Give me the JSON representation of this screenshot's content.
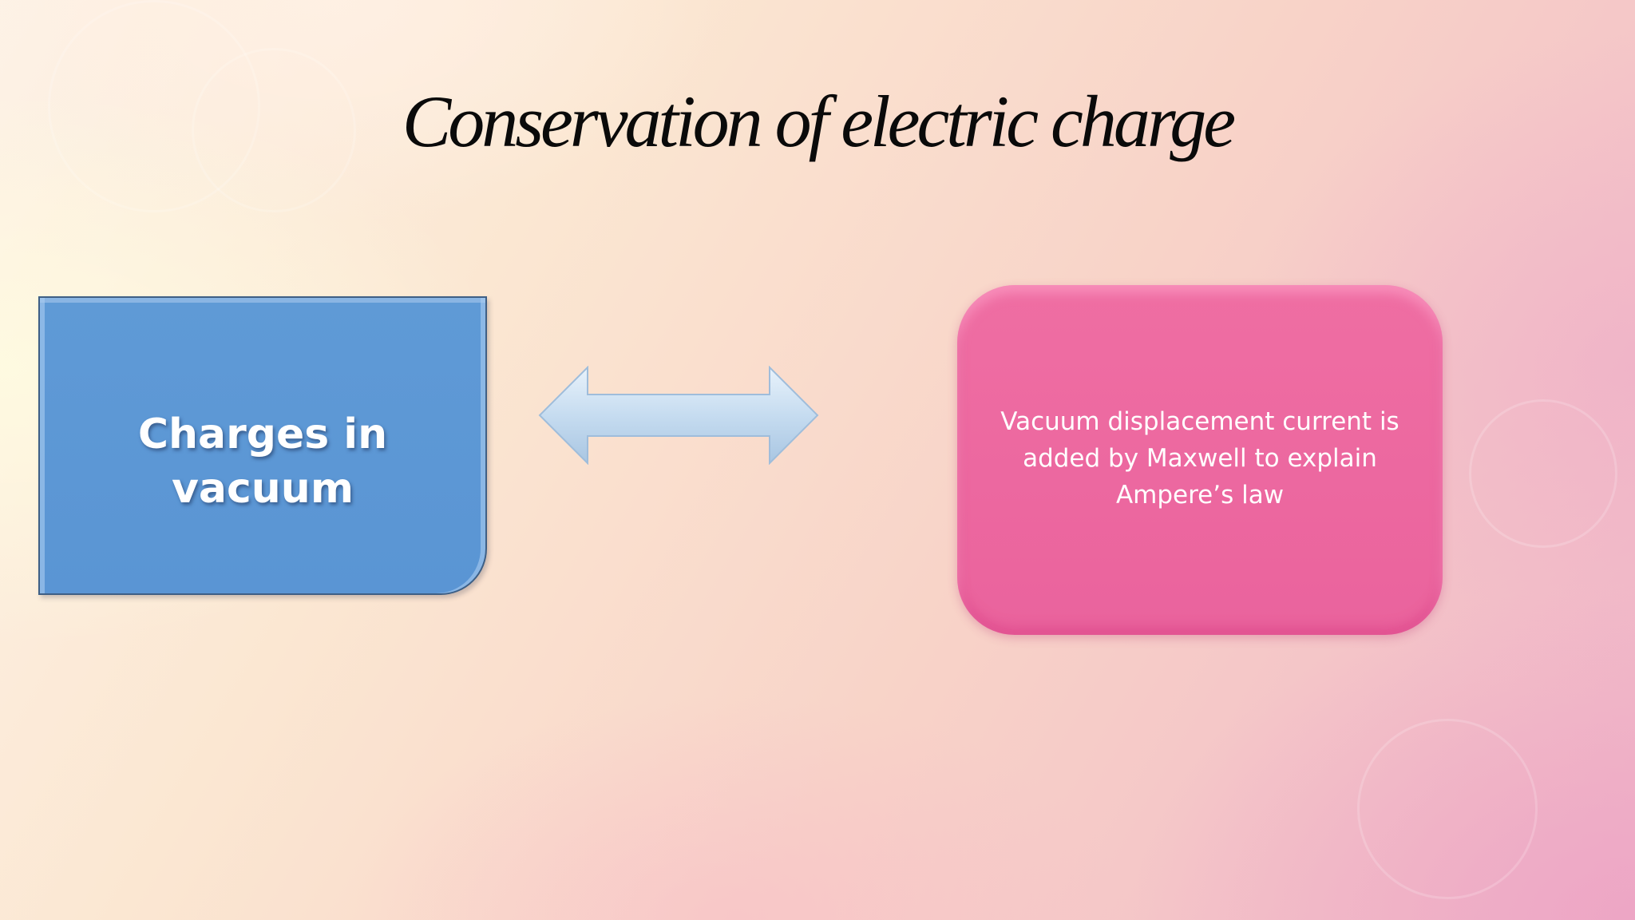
{
  "slide": {
    "title": "Conservation of electric charge"
  },
  "diagram": {
    "left_box": {
      "label": "Charges in vacuum",
      "color": "#5b9bd5"
    },
    "connector": {
      "type": "double-headed-arrow",
      "color": "#c9def0"
    },
    "right_box": {
      "label": "Vacuum displacement current is added by Maxwell to explain Ampere’s law",
      "color": "#ee6ba3"
    }
  }
}
